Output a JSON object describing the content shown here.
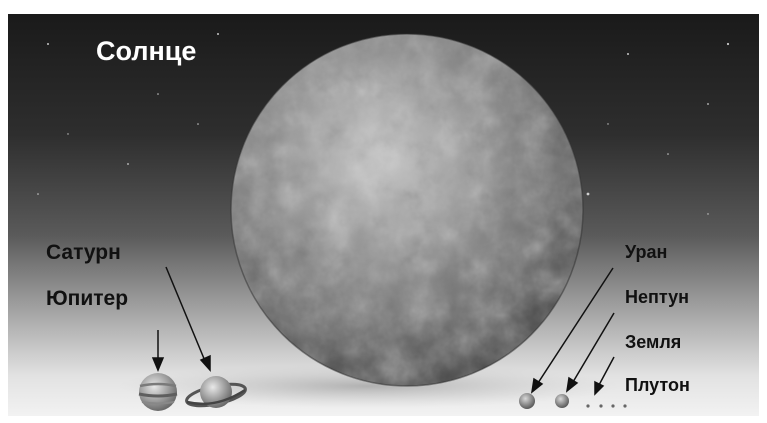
{
  "labels": {
    "sun": "Солнце",
    "saturn": "Сатурн",
    "jupiter": "Юпитер",
    "uranus": "Уран",
    "neptune": "Нептун",
    "earth": "Земля",
    "pluto": "Плутон"
  },
  "colors": {
    "sky_top": "#1a1a1a",
    "ground": "#f2f2f2",
    "sun_fill": "#8a8a8a",
    "label_dark": "#111111",
    "label_light": "#ffffff"
  }
}
